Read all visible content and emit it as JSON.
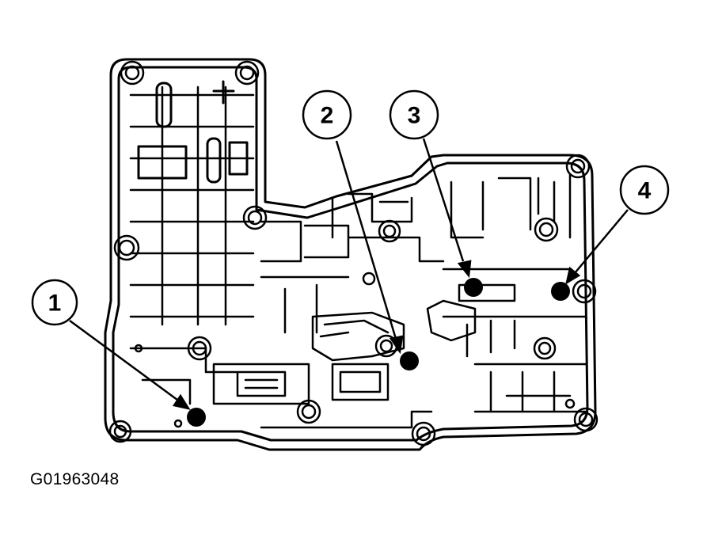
{
  "figure": {
    "caption": "G01963048",
    "callouts": [
      {
        "label": "1"
      },
      {
        "label": "2"
      },
      {
        "label": "3"
      },
      {
        "label": "4"
      }
    ],
    "colors": {
      "ink": "#000000",
      "paper": "#ffffff"
    }
  }
}
